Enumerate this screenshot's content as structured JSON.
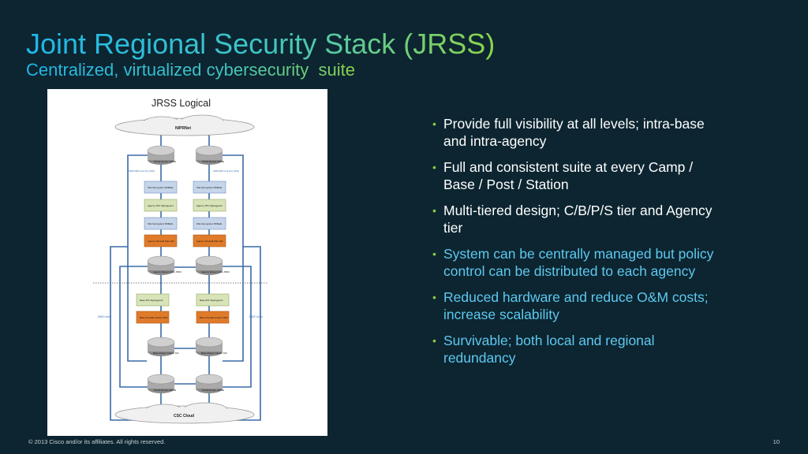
{
  "slide": {
    "title": "Joint Regional Security Stack (JRSS)",
    "subtitle": "Centralized, virtualized cybersecurity  suite",
    "footer": "© 2013 Cisco and/or its affiliates. All rights reserved.",
    "page_number": "10"
  },
  "diagram": {
    "title": "JRSS Logical",
    "top_cloud": "NIPRNet",
    "bottom_cloud": "CSC Cloud",
    "side_label_left": "DMZ Links",
    "side_label_right": "DMZ Links",
    "link_label_left": "NIPR DRP Link (Tier APN)",
    "link_label_right": "NIPR DRP Link (Tier APN)",
    "boxes": {
      "pcce_router_top_left": "PCCE Router ASR9k",
      "pcce_router_top_right": "PCCE Router ASR9k",
      "ssl_decryption_1_left": "SSL Decryption F5/Bells",
      "ssl_decryption_1_right": "SSL Decryption F5/Bells",
      "agency_ips_left": "Agency IPS Tippingpoint",
      "agency_ips_right": "Agency IPS Tippingpoint",
      "ssl_decryption_2_left": "SSL Decryption F5/Bells",
      "ssl_decryption_2_right": "SSL Decryption F5/Bells",
      "agency_firewall_left": "Agency Firewall Palo 10k",
      "agency_firewall_right": "Agency Firewall Palo 10k",
      "agency_router_left": "Agency Router Cisco 6500",
      "agency_router_right": "Agency Router Cisco 6500",
      "base_ips_left": "Base IPS Tippingpoint",
      "base_ips_right": "Base IPS Tippingpoint",
      "base_firewall_left": "Base Firewall Juniper SRX",
      "base_firewall_right": "Base Firewall Juniper SRX",
      "base_router_left": "Base Router Juniper MX",
      "base_router_right": "Base Router Juniper MX",
      "pcce_router_bottom_left": "PCCE Router ASR9k",
      "pcce_router_bottom_right": "PCCE Router ASR9k"
    },
    "colors": {
      "link": "#3a6aa8",
      "blue_box": "#c6d5ea",
      "green_box": "#d8e3b8",
      "orange_box": "#e07b2a",
      "router": "#b8b8b8"
    }
  },
  "bullets": [
    {
      "text": "Provide full visibility at all levels; intra-base and intra-agency",
      "color": "#ffffff"
    },
    {
      "text": "Full and consistent suite at every Camp / Base / Post / Station",
      "color": "#ffffff"
    },
    {
      "text": "Multi-tiered design; C/B/P/S tier and Agency tier",
      "color": "#ffffff"
    },
    {
      "text": "System can be centrally managed but policy control can be distributed to each agency",
      "color": "#5ec8ef"
    },
    {
      "text": "Reduced hardware and reduce O&M costs; increase scalability",
      "color": "#5ec8ef"
    },
    {
      "text": "Survivable; both local and regional redundancy",
      "color": "#5ec8ef"
    }
  ]
}
